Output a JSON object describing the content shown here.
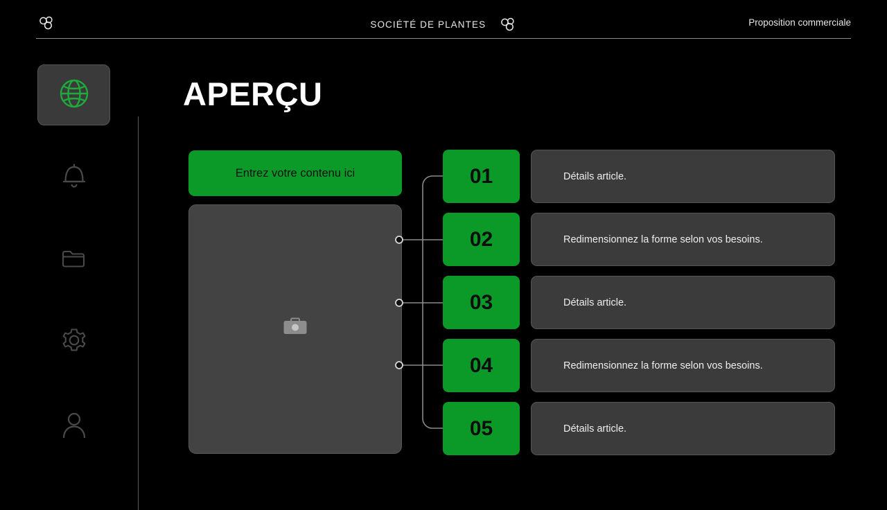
{
  "theme": {
    "background": "#000000",
    "accent_green": "#0b9a28",
    "panel_gray": "#3b3b3b",
    "text_light": "#eeeeee"
  },
  "header": {
    "left_logo_icon": "trefoil-logo-icon",
    "center_title": "SOCIÉTÉ DE PLANTES",
    "center_logo_icon": "trefoil-logo-icon",
    "right_label": "Proposition commerciale"
  },
  "sidebar": {
    "items": [
      {
        "icon": "globe-icon",
        "name": "globe",
        "active": true
      },
      {
        "icon": "bell-icon",
        "name": "bell",
        "active": false
      },
      {
        "icon": "folder-icon",
        "name": "folder",
        "active": false
      },
      {
        "icon": "gear-icon",
        "name": "gear",
        "active": false
      },
      {
        "icon": "person-icon",
        "name": "person",
        "active": false
      }
    ]
  },
  "main": {
    "title": "APERÇU",
    "content_banner": "Entrez votre contenu ici",
    "image_placeholder_icon": "camera-icon",
    "rows": [
      {
        "number": "01",
        "detail": "Détails article."
      },
      {
        "number": "02",
        "detail": "Redimensionnez la forme selon vos besoins."
      },
      {
        "number": "03",
        "detail": "Détails article."
      },
      {
        "number": "04",
        "detail": "Redimensionnez la forme selon vos besoins."
      },
      {
        "number": "05",
        "detail": "Détails article."
      }
    ]
  }
}
